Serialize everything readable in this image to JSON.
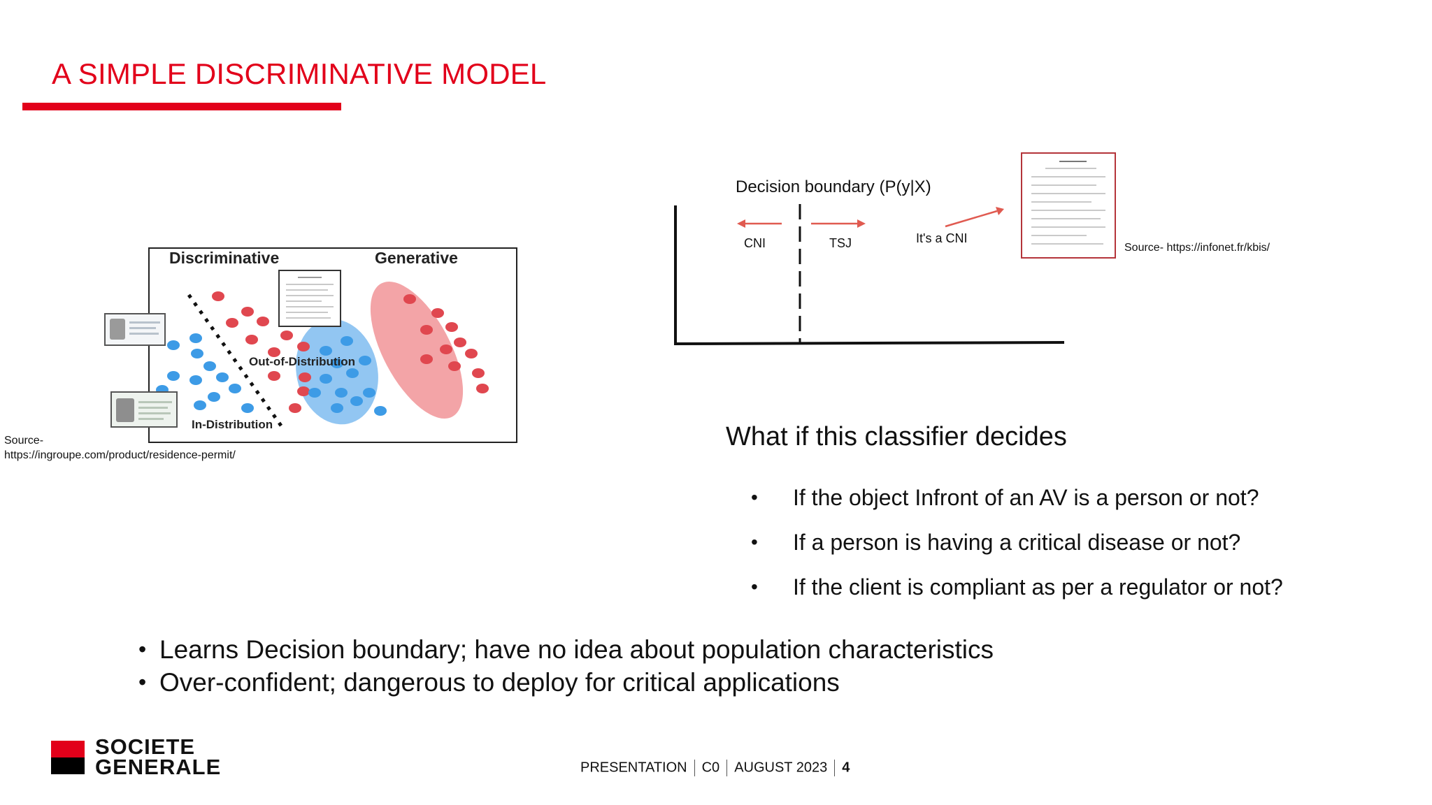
{
  "slide": {
    "title": "A SIMPLE DISCRIMINATIVE MODEL",
    "accent_color": "#e2001a"
  },
  "left_figure": {
    "heading_left": "Discriminative",
    "heading_right": "Generative",
    "label_ood": "Out-of-Distribution",
    "label_id": "In-Distribution",
    "source_prefix": "Source-",
    "source_url": "https://ingroupe.com/product/residence-permit/",
    "class_colors": {
      "blue": "#3d9be6",
      "red": "#e0474f"
    }
  },
  "right_figure": {
    "boundary_label": "Decision boundary (P(y|X)",
    "left_class": "CNI",
    "right_class": "TSJ",
    "prediction": "It's a CNI",
    "source": "Source- https://infonet.fr/kbis/",
    "arrow_color": "#e05a50"
  },
  "questions": {
    "title": "What if this classifier decides",
    "items": [
      "If the object Infront of an AV is a person or not?",
      "If a person is having a critical disease or not?",
      "If the client is compliant as per a regulator or not?"
    ]
  },
  "bullets": [
    "Learns Decision boundary; have no idea about population characteristics",
    "Over-confident; dangerous to deploy for critical applications"
  ],
  "logo": {
    "line1": "SOCIETE",
    "line2": "GENERALE"
  },
  "footer": {
    "label": "PRESENTATION",
    "code": "C0",
    "date": "AUGUST 2023",
    "page": "4"
  }
}
